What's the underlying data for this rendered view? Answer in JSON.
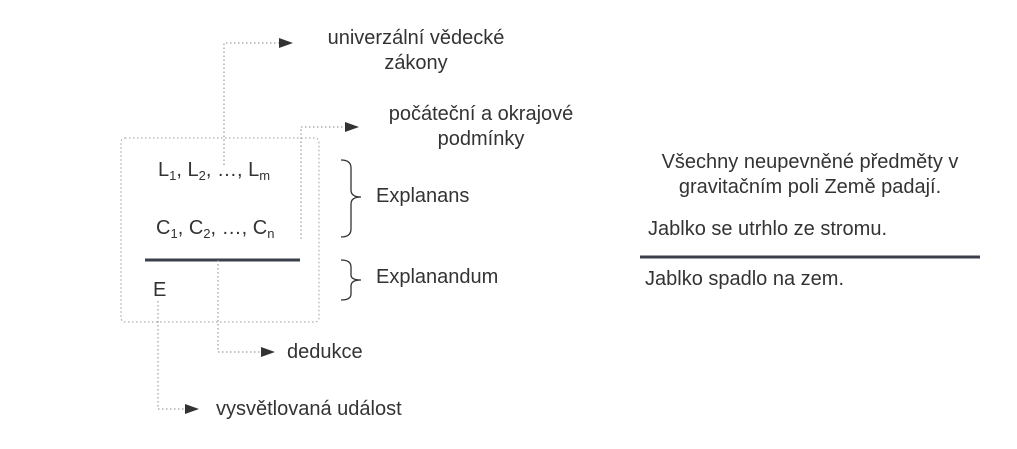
{
  "diagram": {
    "laws_row": {
      "l1": "L",
      "l1_sub": "1",
      "l2": "L",
      "l2_sub": "2",
      "ellipsis": "…",
      "lm": "L",
      "lm_sub": "m",
      "sep1": ", ",
      "sep2": ", ",
      "sep3": ", "
    },
    "conditions_row": {
      "c1": "C",
      "c1_sub": "1",
      "c2": "C",
      "c2_sub": "2",
      "ellipsis": "…",
      "cn": "C",
      "cn_sub": "n",
      "sep1": ", ",
      "sep2": ", ",
      "sep3": ", "
    },
    "e_label": "E",
    "labels": {
      "universal_laws_line1": "univerzální vědecké",
      "universal_laws_line2": "zákony",
      "conditions_line1": "počáteční a okrajové",
      "conditions_line2": "podmínky",
      "explanans": "Explanans",
      "explanandum": "Explanandum",
      "deduction": "dedukce",
      "explained_event": "vysvětlovaná událost"
    },
    "example": {
      "premise_line1": "Všechny neupevněné předměty v",
      "premise_line2": "gravitačním poli Země padají.",
      "condition": "Jablko se utrhlo ze stromu.",
      "conclusion": "Jablko spadlo na zem."
    }
  },
  "colors": {
    "text": "#333333",
    "rule": "#3a3f4a",
    "dotted": "#888888",
    "arrow": "#333333"
  }
}
